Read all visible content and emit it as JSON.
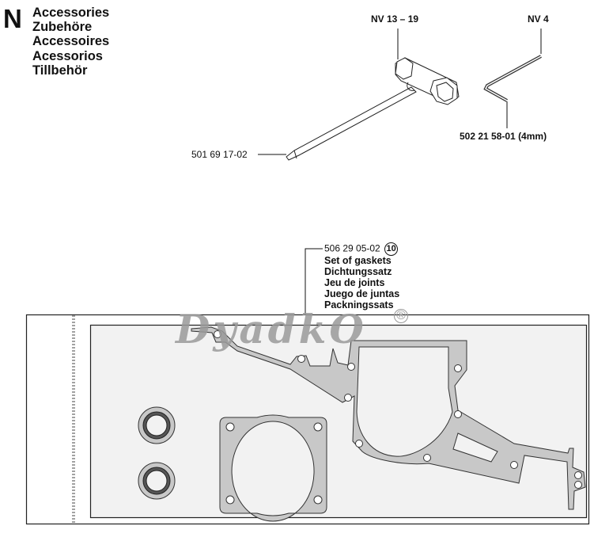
{
  "section": {
    "letter": "N",
    "titles": [
      "Accessories",
      "Zubehöre",
      "Accessoires",
      "Acessorios",
      "Tillbehör"
    ]
  },
  "tools": {
    "combination_wrench": {
      "size_label": "NV 13 – 19",
      "part_number": "501 69 17-02"
    },
    "hex_key": {
      "size_label": "NV 4",
      "part_number": "502 21 58-01 (4mm)"
    }
  },
  "gasket_set": {
    "part_number": "506 29 05-02",
    "quantity": "10",
    "names": [
      "Set of gaskets",
      "Dichtungssatz",
      "Jeu de joints",
      "Juego de juntas",
      "Packningssats"
    ]
  },
  "watermark": {
    "text": "DyadkO",
    "mark": "®"
  },
  "colors": {
    "gasket_fill": "#c8c8c8",
    "panel_bg": "#f2f2f2",
    "line": "#222222"
  }
}
